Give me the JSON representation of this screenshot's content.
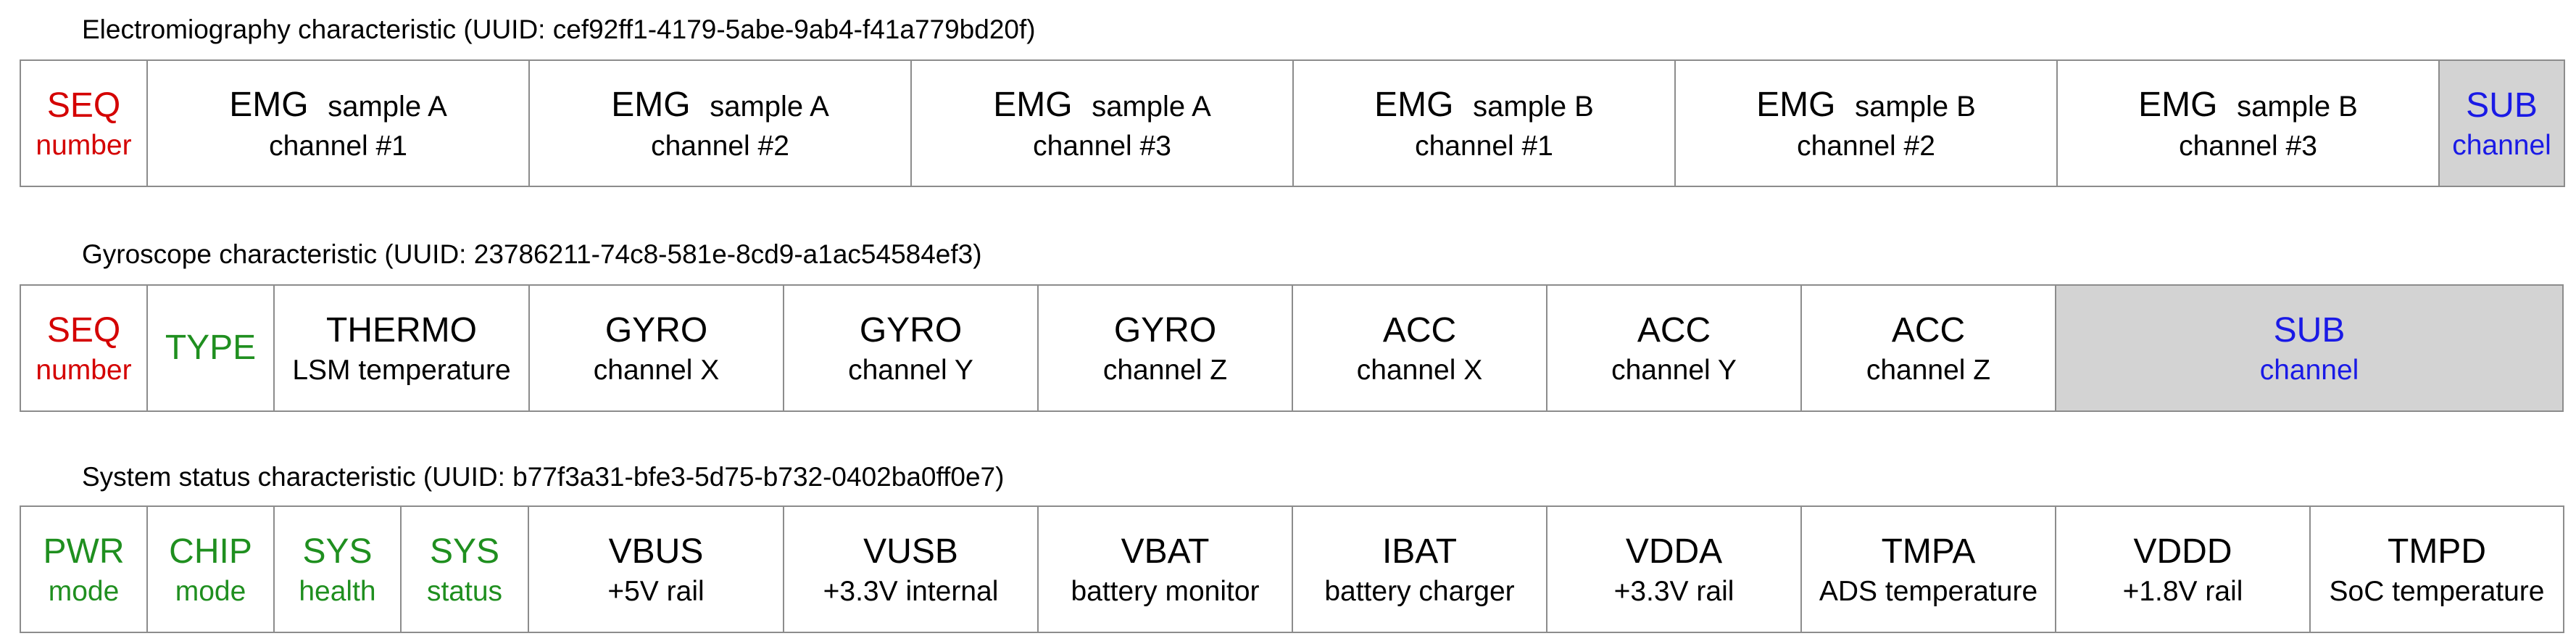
{
  "emg": {
    "title": "Electromiography characteristic (UUID: cef92ff1-4179-5abe-9ab4-f41a779bd20f)",
    "seq": {
      "line1": "SEQ",
      "line2": "number"
    },
    "cells": [
      {
        "main": "EMG",
        "sub": "sample A",
        "line2": "channel #1"
      },
      {
        "main": "EMG",
        "sub": "sample A",
        "line2": "channel #2"
      },
      {
        "main": "EMG",
        "sub": "sample A",
        "line2": "channel #3"
      },
      {
        "main": "EMG",
        "sub": "sample B",
        "line2": "channel #1"
      },
      {
        "main": "EMG",
        "sub": "sample B",
        "line2": "channel #2"
      },
      {
        "main": "EMG",
        "sub": "sample B",
        "line2": "channel #3"
      }
    ],
    "subchannel": {
      "line1": "SUB",
      "line2": "channel"
    }
  },
  "gyro": {
    "title": "Gyroscope characteristic (UUID: 23786211-74c8-581e-8cd9-a1ac54584ef3)",
    "seq": {
      "line1": "SEQ",
      "line2": "number"
    },
    "type": "TYPE",
    "cells": [
      {
        "line1": "THERMO",
        "line2": "LSM temperature"
      },
      {
        "line1": "GYRO",
        "line2": "channel X"
      },
      {
        "line1": "GYRO",
        "line2": "channel Y"
      },
      {
        "line1": "GYRO",
        "line2": "channel Z"
      },
      {
        "line1": "ACC",
        "line2": "channel X"
      },
      {
        "line1": "ACC",
        "line2": "channel Y"
      },
      {
        "line1": "ACC",
        "line2": "channel Z"
      }
    ],
    "subchannel": {
      "line1": "SUB",
      "line2": "channel"
    }
  },
  "status": {
    "title": "System status characteristic (UUID: b77f3a31-bfe3-5d75-b732-0402ba0ff0e7)",
    "flags": [
      {
        "line1": "PWR",
        "line2": "mode"
      },
      {
        "line1": "CHIP",
        "line2": "mode"
      },
      {
        "line1": "SYS",
        "line2": "health"
      },
      {
        "line1": "SYS",
        "line2": "status"
      }
    ],
    "cells": [
      {
        "line1": "VBUS",
        "line2": "+5V rail"
      },
      {
        "line1": "VUSB",
        "line2": "+3.3V internal"
      },
      {
        "line1": "VBAT",
        "line2": "battery monitor"
      },
      {
        "line1": "IBAT",
        "line2": "battery charger"
      },
      {
        "line1": "VDDA",
        "line2": "+3.3V rail"
      },
      {
        "line1": "TMPA",
        "line2": "ADS temperature"
      },
      {
        "line1": "VDDD",
        "line2": "+1.8V rail"
      },
      {
        "line1": "TMPD",
        "line2": "SoC temperature"
      }
    ]
  },
  "colors": {
    "seq": "#d40000",
    "type_flags": "#1f8f1f",
    "subchannel": "#1a1ae6",
    "shaded": "#d3d3d3",
    "border": "#8c8c8c"
  }
}
